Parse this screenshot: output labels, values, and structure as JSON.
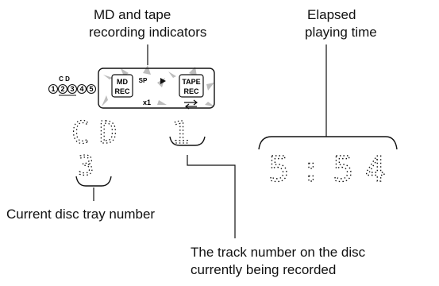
{
  "callouts": {
    "recording_indicators": [
      "MD and tape",
      "recording indicators"
    ],
    "elapsed_time": [
      "Elapsed",
      "playing time"
    ],
    "disc_tray": "Current disc tray number",
    "track_number": [
      "The track number on the disc",
      "currently being recorded"
    ]
  },
  "display": {
    "md_rec": [
      "MD",
      "REC"
    ],
    "tape_rec": [
      "TAPE",
      "REC"
    ],
    "sp": "SP",
    "x1": "x1",
    "disc_letters": "C D",
    "disc_numbers": [
      "1",
      "2",
      "3",
      "4",
      "5"
    ],
    "source_text": "CD",
    "track": "1",
    "tray": "3",
    "time": "5:54"
  }
}
